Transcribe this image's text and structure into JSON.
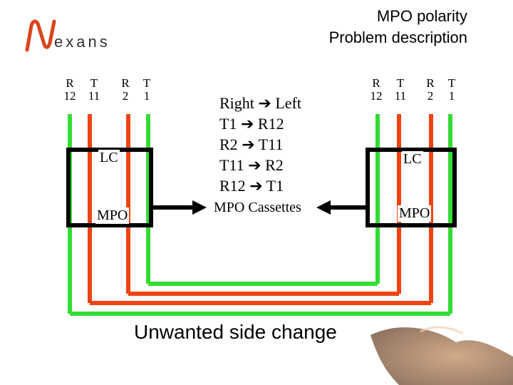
{
  "header": {
    "title_line1": "MPO polarity",
    "title_line2": "Problem description"
  },
  "logo": {
    "text": "exans",
    "accent_color": "#d9441d"
  },
  "left_panel": {
    "labels": [
      {
        "top": "R",
        "bottom": "12"
      },
      {
        "top": "T",
        "bottom": "11"
      },
      {
        "top": "R",
        "bottom": "2"
      },
      {
        "top": "T",
        "bottom": "1"
      }
    ],
    "box_top": "LC",
    "box_bottom": "MPO"
  },
  "right_panel": {
    "labels": [
      {
        "top": "R",
        "bottom": "12"
      },
      {
        "top": "T",
        "bottom": "11"
      },
      {
        "top": "R",
        "bottom": "2"
      },
      {
        "top": "T",
        "bottom": "1"
      }
    ],
    "box_top": "LC",
    "box_bottom": "MPO"
  },
  "mapping": {
    "header": [
      "Right",
      "Left"
    ],
    "rows": [
      [
        "T1",
        "R12"
      ],
      [
        "R2",
        "T11"
      ],
      [
        "T11",
        "R2"
      ],
      [
        "R12",
        "T1"
      ]
    ],
    "arrow_glyph": "➔",
    "cassette_label": "MPO Cassettes"
  },
  "caption": "Unwanted side change",
  "colors": {
    "green": "#33dd33",
    "red": "#ee4411",
    "box": "#000000"
  }
}
